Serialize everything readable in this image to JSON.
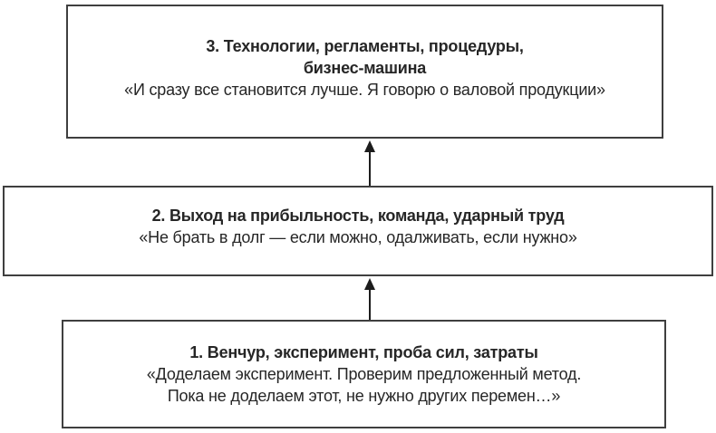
{
  "diagram": {
    "boxes": [
      {
        "name": "stage-3",
        "title_lines": [
          "3. Технологии, регламенты, процедуры,",
          "бизнес-машина"
        ],
        "quote_lines": [
          "«И сразу все становится лучше. Я говорю о валовой продукции»"
        ]
      },
      {
        "name": "stage-2",
        "title_lines": [
          "2. Выход на прибыльность, команда, ударный труд"
        ],
        "quote_lines": [
          "«Не брать в долг — если можно, одалживать, если нужно»"
        ]
      },
      {
        "name": "stage-1",
        "title_lines": [
          "1. Венчур, эксперимент, проба сил, затраты"
        ],
        "quote_lines": [
          "«Доделаем эксперимент. Проверим предложенный метод.",
          "Пока не доделаем этот, не нужно других перемен…»"
        ]
      }
    ],
    "arrows": [
      {
        "from": "stage-2",
        "to": "stage-3",
        "direction": "up"
      },
      {
        "from": "stage-1",
        "to": "stage-2",
        "direction": "up"
      }
    ],
    "colors": {
      "background": "#ffffff",
      "box_border": "#3f3f3f",
      "text": "#262626",
      "arrow": "#1c1c1c"
    }
  }
}
